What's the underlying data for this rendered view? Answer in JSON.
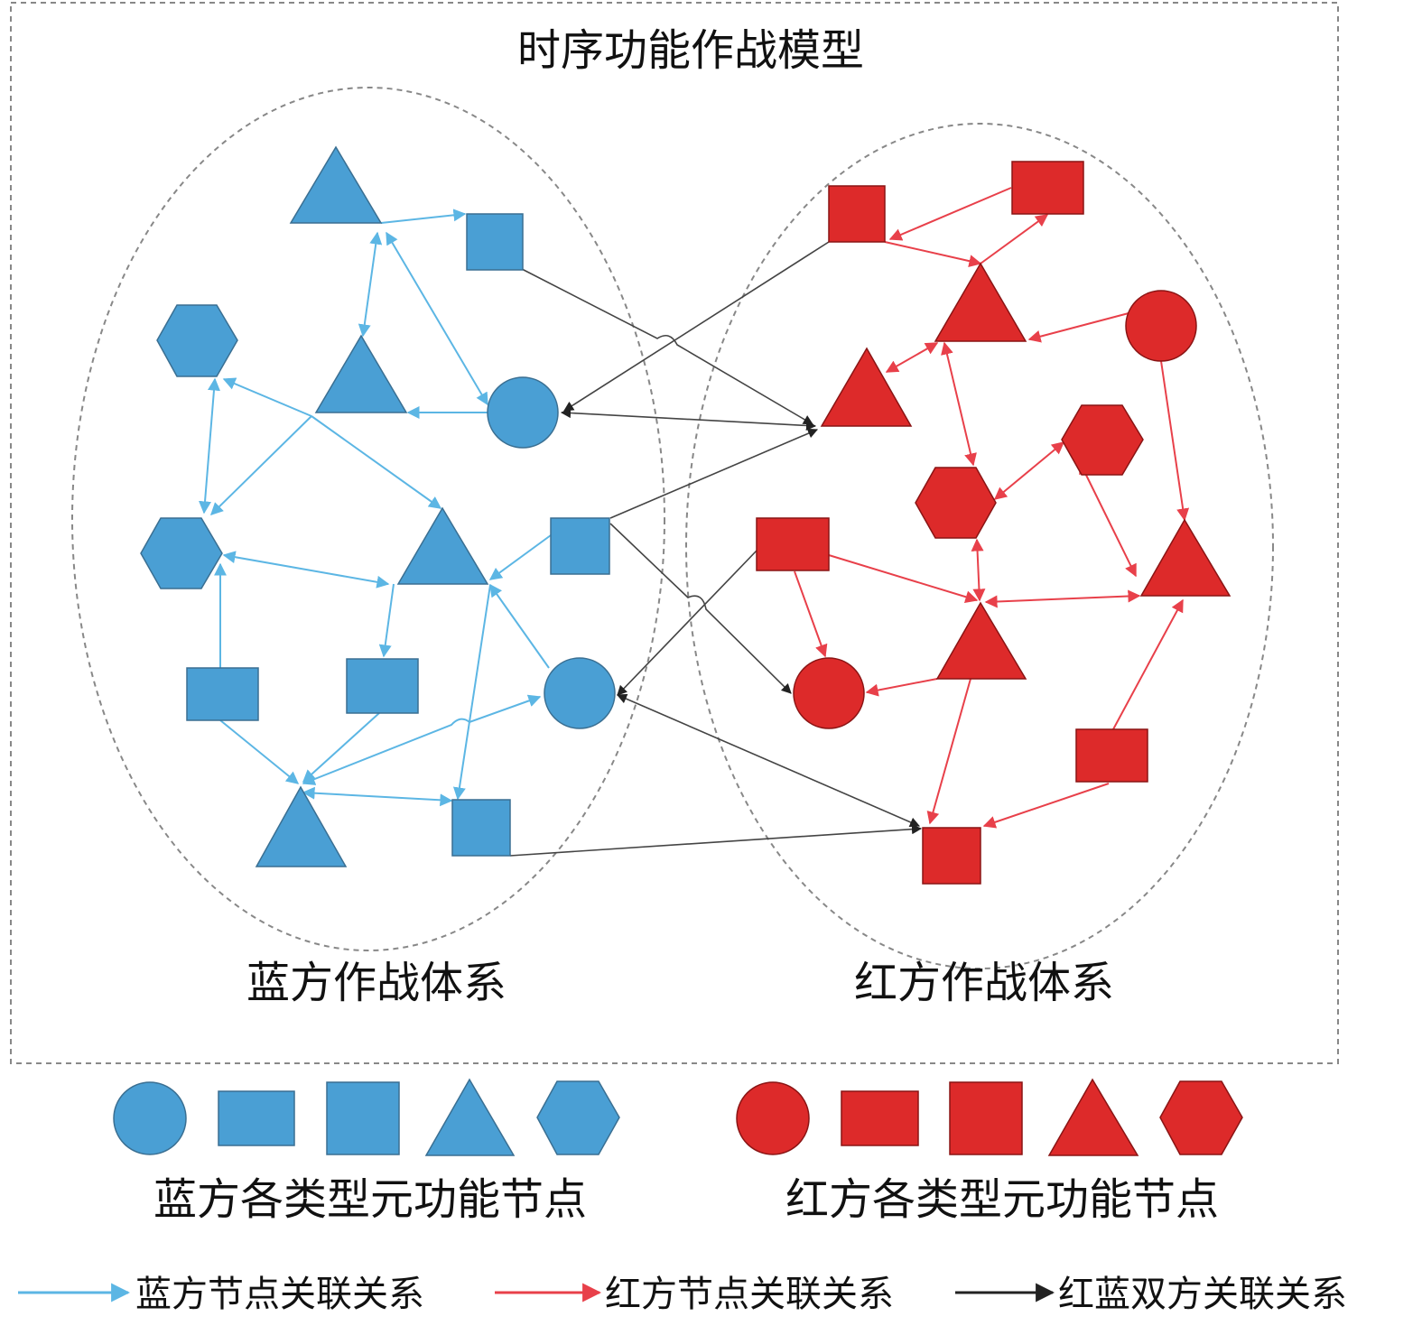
{
  "title": "时序功能作战模型",
  "systems": {
    "blue_label": "蓝方作战体系",
    "red_label": "红方作战体系"
  },
  "legend": {
    "blue_nodes_caption": "蓝方各类型元功能节点",
    "red_nodes_caption": "红方各类型元功能节点",
    "node_shapes": [
      "circle",
      "rectangle",
      "square",
      "triangle",
      "hexagon"
    ],
    "blue_edge_label": "蓝方节点关联关系",
    "red_edge_label": "红方节点关联关系",
    "cross_edge_label": "红蓝双方关联关系"
  },
  "colors": {
    "blue_node": "#4a9fd4",
    "blue_node_stroke": "#3a6f92",
    "red_node": "#dd2a2a",
    "red_node_stroke": "#8a1414",
    "blue_edge": "#5cb6e4",
    "red_edge": "#e8404a",
    "cross_edge": "#222222",
    "dashed_border": "#888888"
  }
}
